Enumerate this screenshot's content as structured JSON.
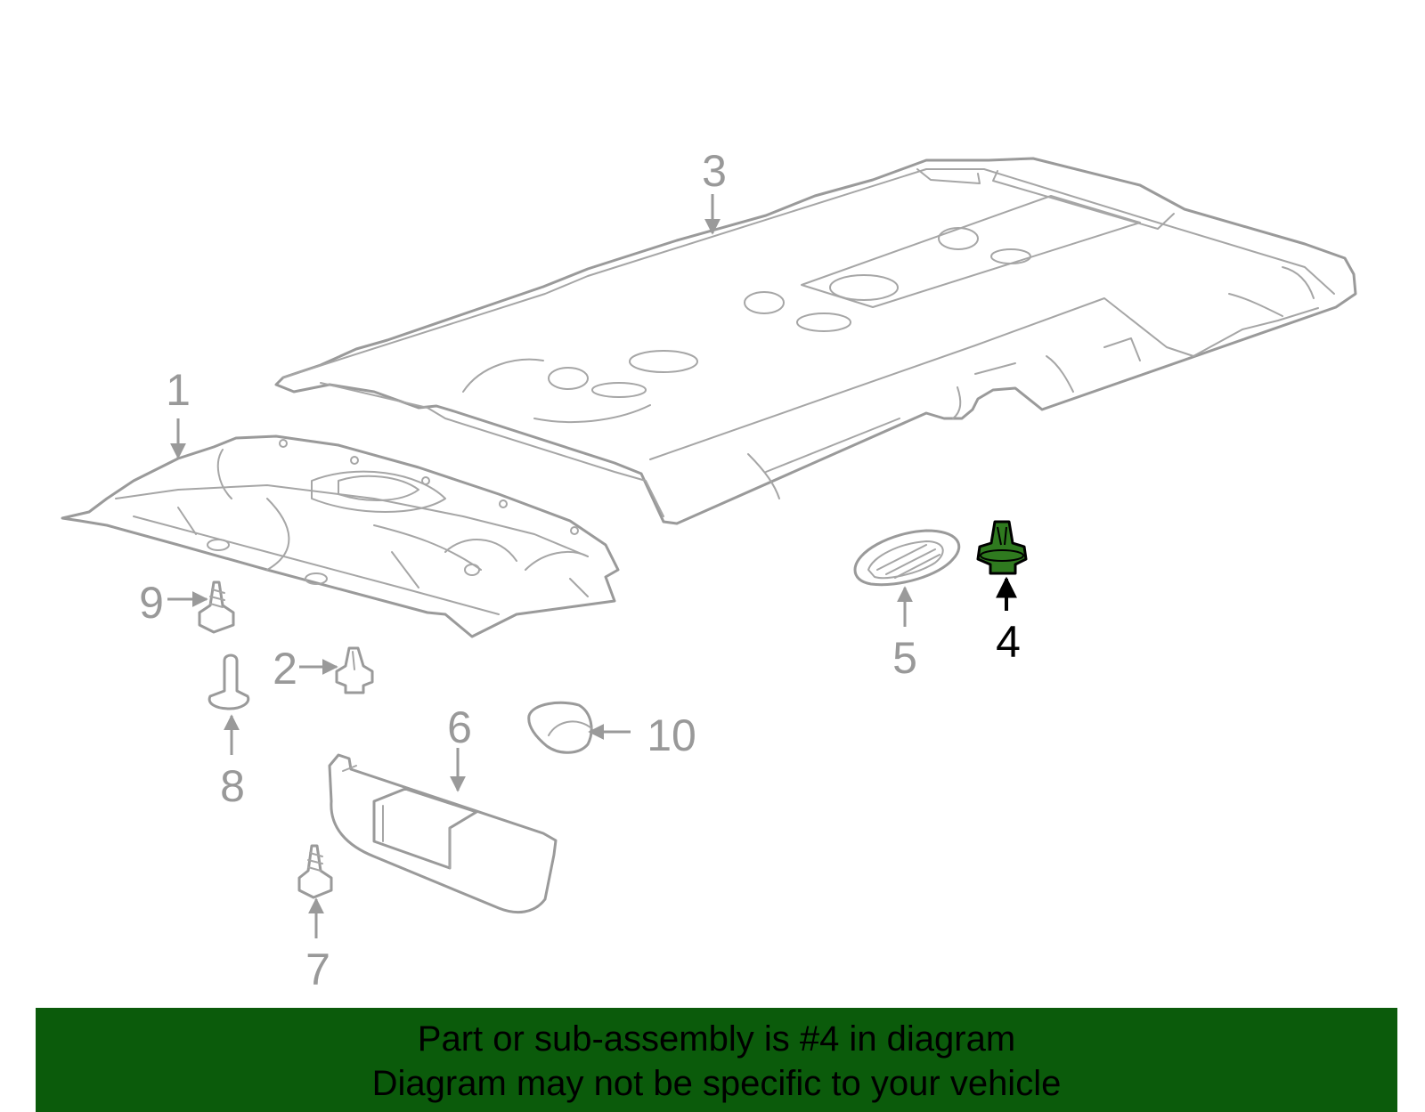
{
  "colors": {
    "banner_bg": "#0b5b0b",
    "banner_text": "#000000",
    "part_line": "#9a9a9a",
    "callout_gray": "#999999",
    "callout_highlight": "#000000",
    "highlight_part_fill": "#2f7a1f"
  },
  "callouts": [
    {
      "id": "1",
      "label": "1",
      "highlighted": false
    },
    {
      "id": "2",
      "label": "2",
      "highlighted": false
    },
    {
      "id": "3",
      "label": "3",
      "highlighted": false
    },
    {
      "id": "4",
      "label": "4",
      "highlighted": true
    },
    {
      "id": "5",
      "label": "5",
      "highlighted": false
    },
    {
      "id": "6",
      "label": "6",
      "highlighted": false
    },
    {
      "id": "7",
      "label": "7",
      "highlighted": false
    },
    {
      "id": "8",
      "label": "8",
      "highlighted": false
    },
    {
      "id": "9",
      "label": "9",
      "highlighted": false
    },
    {
      "id": "10",
      "label": "10",
      "highlighted": false
    }
  ],
  "banner": {
    "line1": "Part or sub-assembly is #4 in diagram",
    "line2": "Diagram may not be specific to your vehicle"
  }
}
